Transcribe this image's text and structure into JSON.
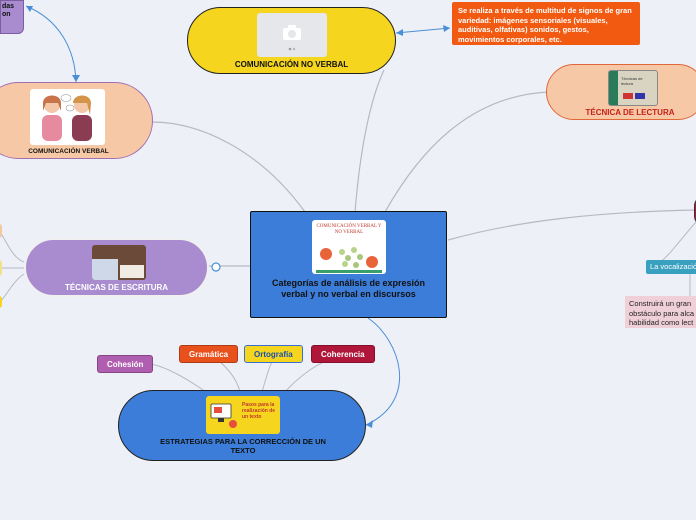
{
  "central": {
    "title": "Categorías de análisis de expresión verbal y no verbal en discursos",
    "image_text": "COMUNICACIÓN VERBAL Y NO VERBAL"
  },
  "nodes": {
    "no_verbal": {
      "label": "COMUNICACIÓN NO VERBAL",
      "icon": "camera-icon"
    },
    "verbal": {
      "label": "COMUNICACIÓN VERBAL"
    },
    "lectura": {
      "label": "TÉCNICA DE LECTURA",
      "book_text": "Técnicas de lectura"
    },
    "escritura": {
      "label": "TÉCNICAS DE ESCRITURA"
    },
    "estrategias": {
      "label": "ESTRATEGIAS PARA LA CORRECCIÓN DE UN TEXTO",
      "image_text": "Pasos para la realización de un texto"
    }
  },
  "notes": {
    "no_verbal_desc": "Se realiza a través de multitud de signos de gran variedad: imágenes sensoriales (visuales, auditivas, olfativas) sonidos, gestos, movimientos corporales, etc.",
    "top_left_fragment": "das\non",
    "vocalizacion": "La vocalizació",
    "construira": "Construirá un gran\nobstáculo para alca\nhabilidad como lect"
  },
  "tags": {
    "gramatica": "Gramática",
    "ortografia": "Ortografía",
    "coherencia": "Coherencia",
    "cohesion": "Cohesión"
  },
  "colors": {
    "central": "#3b7dd8",
    "no_verbal": "#f5d51e",
    "verbal": "#f7c8a5",
    "lectura": "#f7c8a5",
    "escritura": "#a98ccf",
    "estrategias": "#3b7dd8",
    "note_orange": "#f25a12",
    "gramatica": "#e8501c",
    "ortografia": "#f5d51e",
    "coherencia": "#b0153a",
    "cohesion": "#b05fb0",
    "vocalizacion": "#3aa0c0",
    "construira": "#f0d0d8",
    "link": "#4a8fd6"
  }
}
